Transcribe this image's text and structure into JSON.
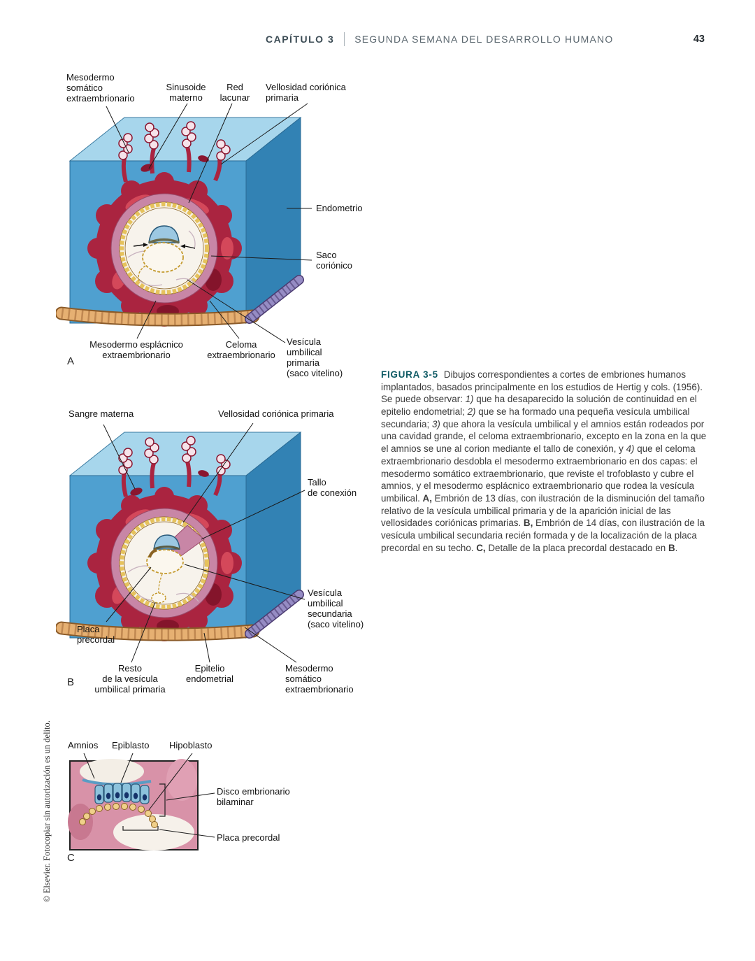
{
  "header": {
    "chapter": "CAPÍTULO 3",
    "title": "SEGUNDA SEMANA DEL DESARROLLO HUMANO",
    "page_number": "43"
  },
  "copyright": "© Elsevier. Fotocopiar sin autorización es un delito.",
  "figure_caption": {
    "label": "FIGURA 3-5",
    "segments": [
      {
        "style": "normal",
        "text": "Dibujos correspondientes a cortes de embriones humanos implantados, basados principalmente en los estudios de Hertig y cols. (1956). Se puede observar: "
      },
      {
        "style": "italic",
        "text": "1)"
      },
      {
        "style": "normal",
        "text": " que ha desaparecido la solución de continuidad en el epitelio endometrial; "
      },
      {
        "style": "italic",
        "text": "2)"
      },
      {
        "style": "normal",
        "text": " que se ha formado una pequeña vesícula umbilical secundaria; "
      },
      {
        "style": "italic",
        "text": "3)"
      },
      {
        "style": "normal",
        "text": " que ahora la vesícula umbilical y el amnios están rodeados por una cavidad grande, el celoma extraembrionario, excepto en la zona en la que el amnios se une al corion mediante el tallo de conexión, y "
      },
      {
        "style": "italic",
        "text": "4)"
      },
      {
        "style": "normal",
        "text": " que el celoma extraembrionario desdobla el mesodermo extraembrionario en dos capas: el mesodermo somático extraembrionario, que reviste el trofoblasto y cubre el amnios, y el mesodermo esplácnico extraembrionario que rodea la vesícula umbilical. "
      },
      {
        "style": "bold",
        "text": "A,"
      },
      {
        "style": "normal",
        "text": " Embrión de 13 días, con ilustración de la disminución del tamaño relativo de la vesícula umbilical primaria y de la aparición inicial de las vellosidades coriónicas primarias. "
      },
      {
        "style": "bold",
        "text": "B,"
      },
      {
        "style": "normal",
        "text": " Embrión de 14 días, con ilustración de la vesícula umbilical secundaria recién formada y de la localización de la placa precordal en su techo. "
      },
      {
        "style": "bold",
        "text": "C,"
      },
      {
        "style": "normal",
        "text": " Detalle de la placa precordal destacado en "
      },
      {
        "style": "bold",
        "text": "B"
      },
      {
        "style": "normal",
        "text": "."
      }
    ]
  },
  "panel_a": {
    "letter": "A",
    "labels": {
      "mesodermo_somatico": "Mesodermo\nsomático\nextraembrionario",
      "sinusoide_materno": "Sinusoide\nmaterno",
      "red_lacunar": "Red\nlacunar",
      "vellosidad_corionica": "Vellosidad coriónica\nprimaria",
      "endometrio": "Endometrio",
      "saco_corionico": "Saco\ncoriónico",
      "mesodermo_esplacnico": "Mesodermo esplácnico\nextraembrionario",
      "celoma": "Celoma\nextraembrionario",
      "vesicula_umbilical": "Vesícula\numbilical\nprimaria\n(saco vitelino)"
    }
  },
  "panel_b": {
    "letter": "B",
    "labels": {
      "sangre_materna": "Sangre materna",
      "vellosidad_corionica": "Vellosidad coriónica primaria",
      "tallo_conexion": "Tallo\nde conexión",
      "vesicula_secundaria": "Vesícula\numbilical\nsecundaria\n(saco vitelino)",
      "placa_precordal": "Placa\nprecordal",
      "resto_vesicula": "Resto\nde la vesícula\numbilical primaria",
      "epitelio_endometrial": "Epitelio\nendometrial",
      "mesodermo_somatico": "Mesodermo\nsomático\nextraembrionario"
    }
  },
  "panel_c": {
    "letter": "C",
    "labels": {
      "amnios": "Amnios",
      "epiblasto": "Epiblasto",
      "hipoblasto": "Hipoblasto",
      "disco_embrionario": "Disco embrionario\nbilaminar",
      "placa_precordal": "Placa precordal"
    }
  },
  "colors": {
    "figure_label": "#0e5a64",
    "endometrium_front": "#4fa0d0",
    "endometrium_top": "#a7d6ec",
    "endometrium_side": "#3282b4",
    "trophoblast_red": "#aa2440",
    "mesoderm_pink": "#c886a6",
    "vesicle_gold": "#c49a2e",
    "epithelium_tan": "#e6b072",
    "amnion_blue": "#9cc8e2"
  }
}
